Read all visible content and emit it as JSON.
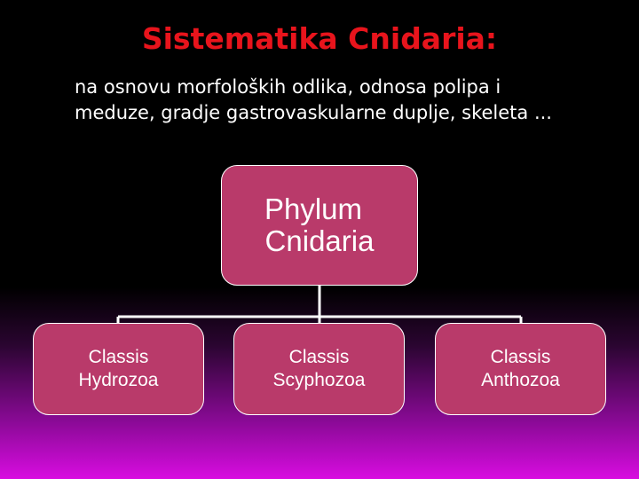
{
  "slide": {
    "title": "Sistematika Cnidaria:",
    "subtitle_line1": "na osnovu morfoloških odlika, odnosa polipa i",
    "subtitle_line2": "meduze, gradje gastrovaskularne duplje, skeleta ..."
  },
  "hierarchy": {
    "root": {
      "line1": "Phylum",
      "line2": "Cnidaria"
    },
    "children": [
      {
        "line1": "Classis",
        "line2": "Hydrozoa"
      },
      {
        "line1": "Classis",
        "line2": "Scyphozoa"
      },
      {
        "line1": "Classis",
        "line2": "Anthozoa"
      }
    ]
  },
  "colors": {
    "title": "#e8141c",
    "box_fill": "#b93a6a",
    "box_border": "#ffffff",
    "connector": "#ffffff",
    "background_top": "#000000",
    "background_bottom": "#d80ce0"
  }
}
